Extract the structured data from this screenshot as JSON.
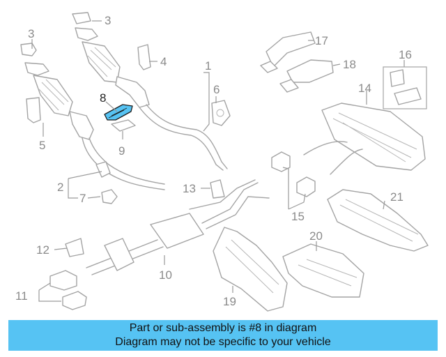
{
  "diagram": {
    "highlighted_part": "8",
    "callouts": {
      "c1": "1",
      "c2": "2",
      "c3a": "3",
      "c3b": "3",
      "c4": "4",
      "c5": "5",
      "c6": "6",
      "c7": "7",
      "c8": "8",
      "c9": "9",
      "c10": "10",
      "c11": "11",
      "c12": "12",
      "c13": "13",
      "c14": "14",
      "c15": "15",
      "c16": "16",
      "c17": "17",
      "c18": "18",
      "c19": "19",
      "c20": "20",
      "c21": "21"
    },
    "colors": {
      "highlight": "#56c3f3",
      "line": "#a3a3a3",
      "banner": "#56c3f3"
    }
  },
  "banner": {
    "line1": "Part or sub-assembly is #8 in diagram",
    "line2": "Diagram may not be specific to your vehicle"
  }
}
